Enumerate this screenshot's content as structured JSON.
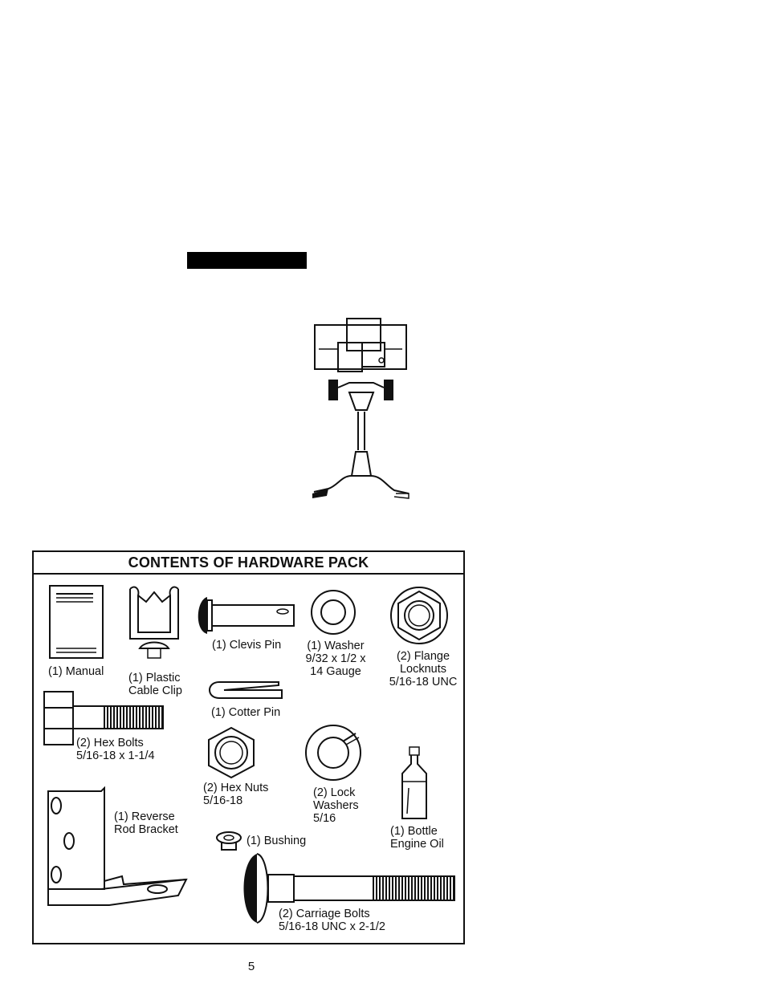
{
  "hardware_pack": {
    "title": "CONTENTS OF HARDWARE PACK",
    "items": {
      "manual": "(1) Manual",
      "cable_clip": "(1) Plastic\nCable Clip",
      "clevis_pin": "(1) Clevis Pin",
      "washer": "(1) Washer\n9/32 x 1/2 x\n14 Gauge",
      "flange_locknuts": "(2) Flange\nLocknuts\n5/16-18 UNC",
      "cotter_pin": "(1) Cotter Pin",
      "hex_bolts": "(2) Hex Bolts\n5/16-18 x 1-1/4",
      "hex_nuts": "(2) Hex Nuts\n5/16-18",
      "lock_washers": "(2) Lock\nWashers\n5/16",
      "reverse_rod_bracket": "(1) Reverse\nRod Bracket",
      "bushing": "(1) Bushing",
      "engine_oil": "(1) Bottle\nEngine Oil",
      "carriage_bolts": "(2) Carriage Bolts\n5/16-18 UNC x 2-1/2"
    }
  },
  "page_number": "5"
}
